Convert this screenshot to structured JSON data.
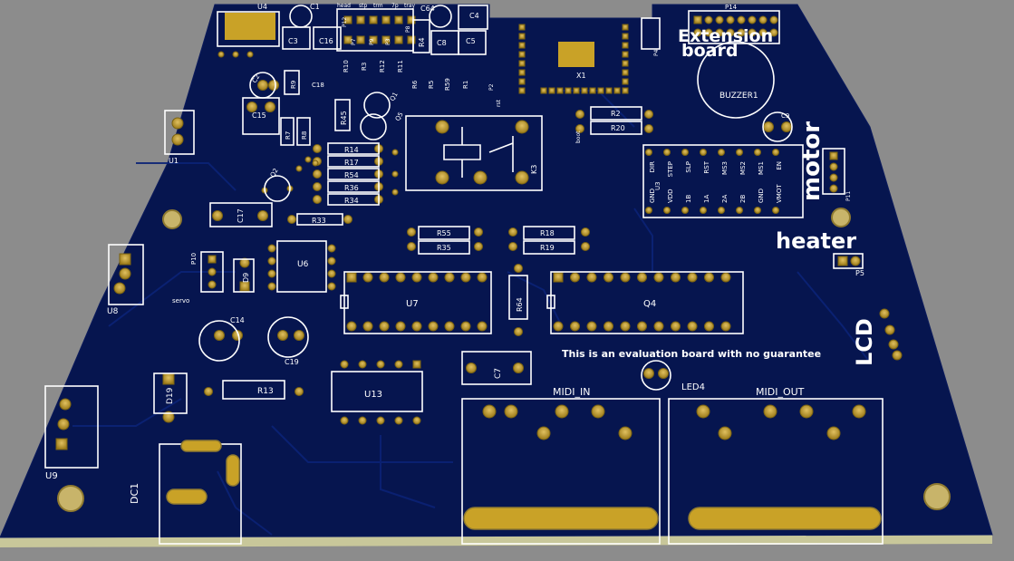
{
  "board": {
    "title_line1": "Extension",
    "title_line2": "board",
    "heater_label": "heater",
    "motor_label": "motor",
    "lcd_label": "LCD",
    "disclaimer": "This is an evaluation board with no guarantee",
    "servo_label": "servo",
    "boot_label": "boot",
    "rst_label": "rst",
    "buzzer_label": "BUZZER1"
  },
  "top_header_labels": [
    "head",
    "stp",
    "trm",
    "7p",
    "tray"
  ],
  "components": {
    "U4": "U4",
    "C1": "C1",
    "C3": "C3",
    "C16": "C16",
    "C64": "C64",
    "C4": "C4",
    "C8": "C8",
    "C5": "C5",
    "R4": "R4",
    "P12": "P12",
    "P7": "P7",
    "P9": "P9",
    "P3": "P3",
    "P8": "P8",
    "P14": "P14",
    "P4": "P4",
    "R10": "R10",
    "R3": "R3",
    "R12": "R12",
    "R11": "R11",
    "R6": "R6",
    "R5": "R5",
    "R59": "R59",
    "R1": "R1",
    "P2": "P2",
    "X1": "X1",
    "C2": "C2",
    "R9": "R9",
    "C18": "C18",
    "C15": "C15",
    "R45": "R45",
    "Q1": "Q1",
    "Q5": "Q5",
    "U1": "U1",
    "R7": "R7",
    "R8": "R8",
    "R14": "R14",
    "R17": "R17",
    "R54": "R54",
    "R36": "R36",
    "R34": "R34",
    "Q2": "Q2",
    "C17": "C17",
    "R33": "R33",
    "K3": "K3",
    "R2": "R2",
    "R20": "R20",
    "C9": "C9",
    "U3": "U3",
    "P11": "P11",
    "P5": "P5",
    "R55": "R55",
    "R35": "R35",
    "R18": "R18",
    "R19": "R19",
    "P10": "P10",
    "D9": "D9",
    "U6": "U6",
    "U8": "U8",
    "R64": "R64",
    "U7": "U7",
    "Q4": "Q4",
    "C14": "C14",
    "C19": "C19",
    "C7": "C7",
    "LED4": "LED4",
    "D19": "D19",
    "R13": "R13",
    "U13": "U13",
    "U9": "U9",
    "DC1": "DC1",
    "MIDI_IN": "MIDI_IN",
    "MIDI_OUT": "MIDI_OUT"
  },
  "driver_pins_top": [
    "DIR",
    "STEP",
    "SLP",
    "RST",
    "MS3",
    "MS2",
    "MS1",
    "EN"
  ],
  "driver_pins_bottom": [
    "GND",
    "VDD",
    "1B",
    "1A",
    "2A",
    "2B",
    "GND",
    "VMOT"
  ],
  "colors": {
    "background": "#8c8c8c",
    "board": "#06154f",
    "trace": "#0a1d66",
    "pad": "#c9a227",
    "silkscreen": "#ffffff",
    "board_edge": "#c8c79a"
  }
}
